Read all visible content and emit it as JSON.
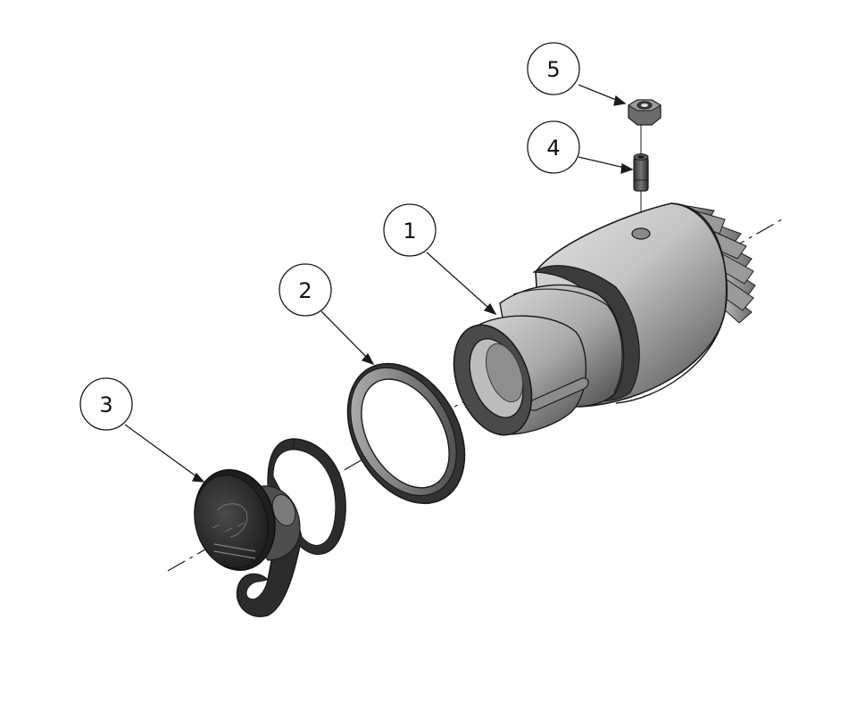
{
  "diagram": {
    "colors": {
      "outline": "#1b1b1b",
      "part_light": "#d8d8d8",
      "part_mid": "#a9a9a9",
      "part_dark": "#5e5e5e",
      "part_very_dark": "#2f2f2f",
      "background": "#ffffff"
    },
    "callouts": [
      {
        "id": "5",
        "label": "5",
        "part": "hex-nut"
      },
      {
        "id": "4",
        "label": "4",
        "part": "set-screw"
      },
      {
        "id": "1",
        "label": "1",
        "part": "gear-hub"
      },
      {
        "id": "2",
        "label": "2",
        "part": "retaining-ring"
      },
      {
        "id": "3",
        "label": "3",
        "part": "cap-with-strap"
      }
    ]
  }
}
